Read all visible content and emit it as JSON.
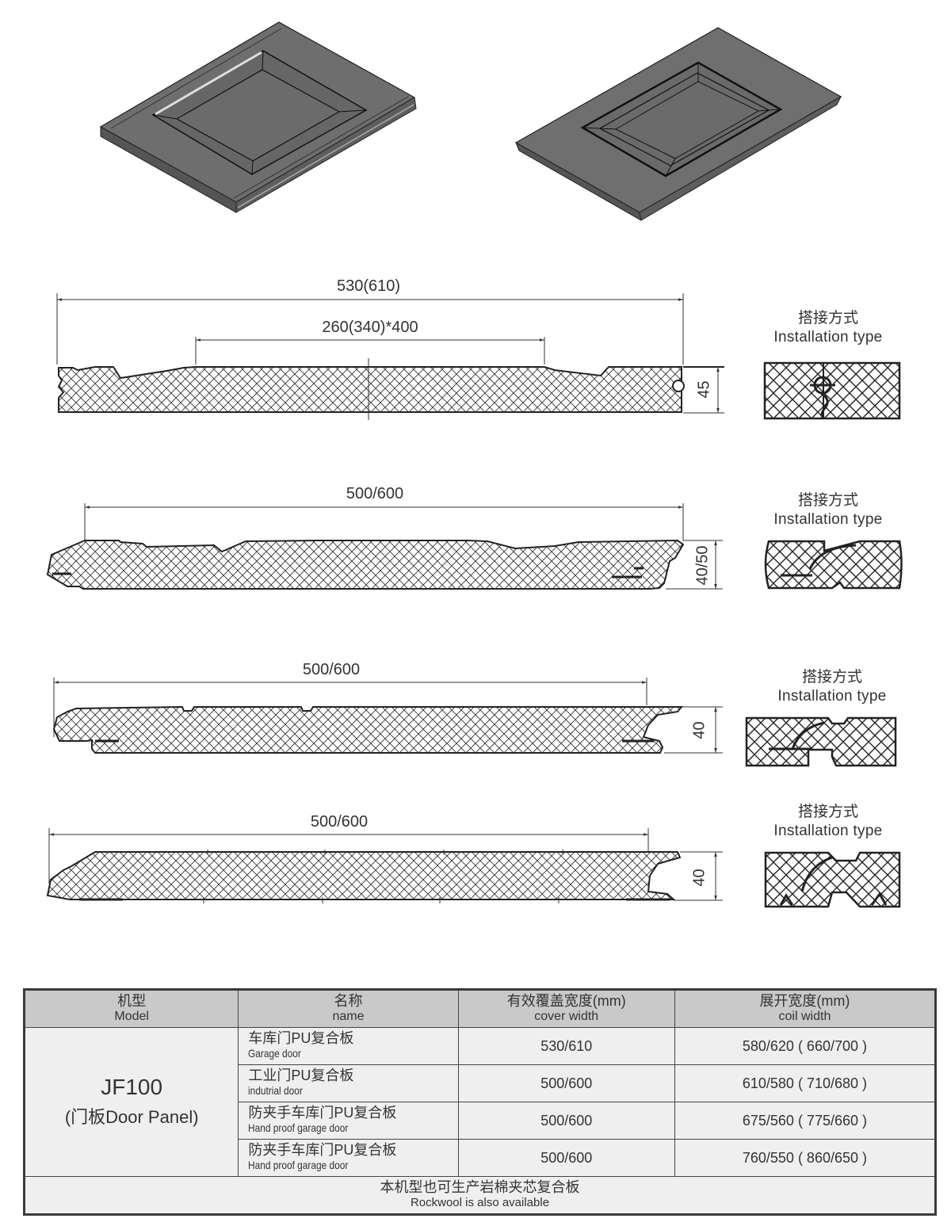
{
  "panels_3d": [
    {
      "name": "panel-3d-raised-left"
    },
    {
      "name": "panel-3d-raised-right"
    }
  ],
  "profiles": [
    {
      "total_width_label": "530(610)",
      "inner_width_label": "260(340)*400",
      "thickness_label": "45",
      "install_label_zh": "搭接方式",
      "install_label_en": "Installation type"
    },
    {
      "total_width_label": "500/600",
      "thickness_label": "40/50",
      "install_label_zh": "搭接方式",
      "install_label_en": "Installation type"
    },
    {
      "total_width_label": "500/600",
      "thickness_label": "40",
      "install_label_zh": "搭接方式",
      "install_label_en": "Installation type"
    },
    {
      "total_width_label": "500/600",
      "thickness_label": "40",
      "install_label_zh": "搭接方式",
      "install_label_en": "Installation type"
    }
  ],
  "table": {
    "headers": [
      {
        "zh": "机型",
        "en": "Model"
      },
      {
        "zh": "名称",
        "en": "name"
      },
      {
        "zh": "有效覆盖宽度(mm)",
        "en": "cover width"
      },
      {
        "zh": "展开宽度(mm)",
        "en": "coil width"
      }
    ],
    "model": {
      "code": "JF100",
      "desc": "(门板Door Panel)"
    },
    "rows": [
      {
        "name_zh": "车库门PU复合板",
        "name_en": "Garage door",
        "cover": "530/610",
        "coil": "580/620 ( 660/700 )"
      },
      {
        "name_zh": "工业门PU复合板",
        "name_en": "indutrial door",
        "cover": "500/600",
        "coil": "610/580 ( 710/680 )"
      },
      {
        "name_zh": "防夹手车库门PU复合板",
        "name_en": "Hand proof garage door",
        "cover": "500/600",
        "coil": "675/560 ( 775/660 )"
      },
      {
        "name_zh": "防夹手车库门PU复合板",
        "name_en": "Hand proof garage door",
        "cover": "500/600",
        "coil": "760/550 ( 860/650 )"
      }
    ],
    "footer": {
      "zh": "本机型也可生产岩棉夹芯复合板",
      "en": "Rockwool is also available"
    }
  },
  "colors": {
    "panel_face": "#6e6e6e",
    "panel_edge": "#4a4a4a",
    "line": "#222222",
    "header_bg": "#c9c9c9",
    "cell_bg": "#efefef"
  }
}
